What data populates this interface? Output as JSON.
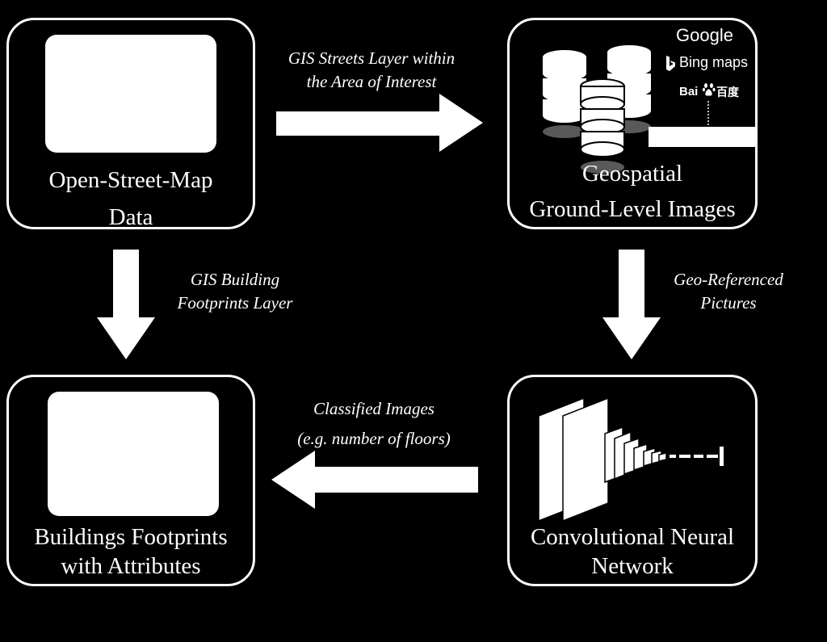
{
  "nodes": {
    "osm": {
      "label_line1": "Open-Street-Map",
      "label_line2": "Data"
    },
    "images": {
      "label_line1": "Geospatial",
      "label_line2": "Ground-Level Images"
    },
    "cnn": {
      "label_line1": "Convolutional Neural",
      "label_line2": "Network"
    },
    "footprints": {
      "label_line1": "Buildings Footprints",
      "label_line2": "with Attributes"
    }
  },
  "edges": {
    "streets": {
      "line1": "GIS Streets Layer within",
      "line2": "the Area of Interest"
    },
    "buildings": {
      "line1": "GIS Building",
      "line2": "Footprints Layer"
    },
    "georef": {
      "line1": "Geo-Referenced",
      "line2": "Pictures"
    },
    "classified": {
      "line1": "Classified Images",
      "line2": "(e.g. number of floors)"
    }
  },
  "logos": {
    "google": "Google",
    "bing": "Bing maps",
    "baidu": "Bai",
    "baidu_cn": "百度"
  },
  "colors": {
    "background": "#000000",
    "foreground": "#ffffff"
  }
}
